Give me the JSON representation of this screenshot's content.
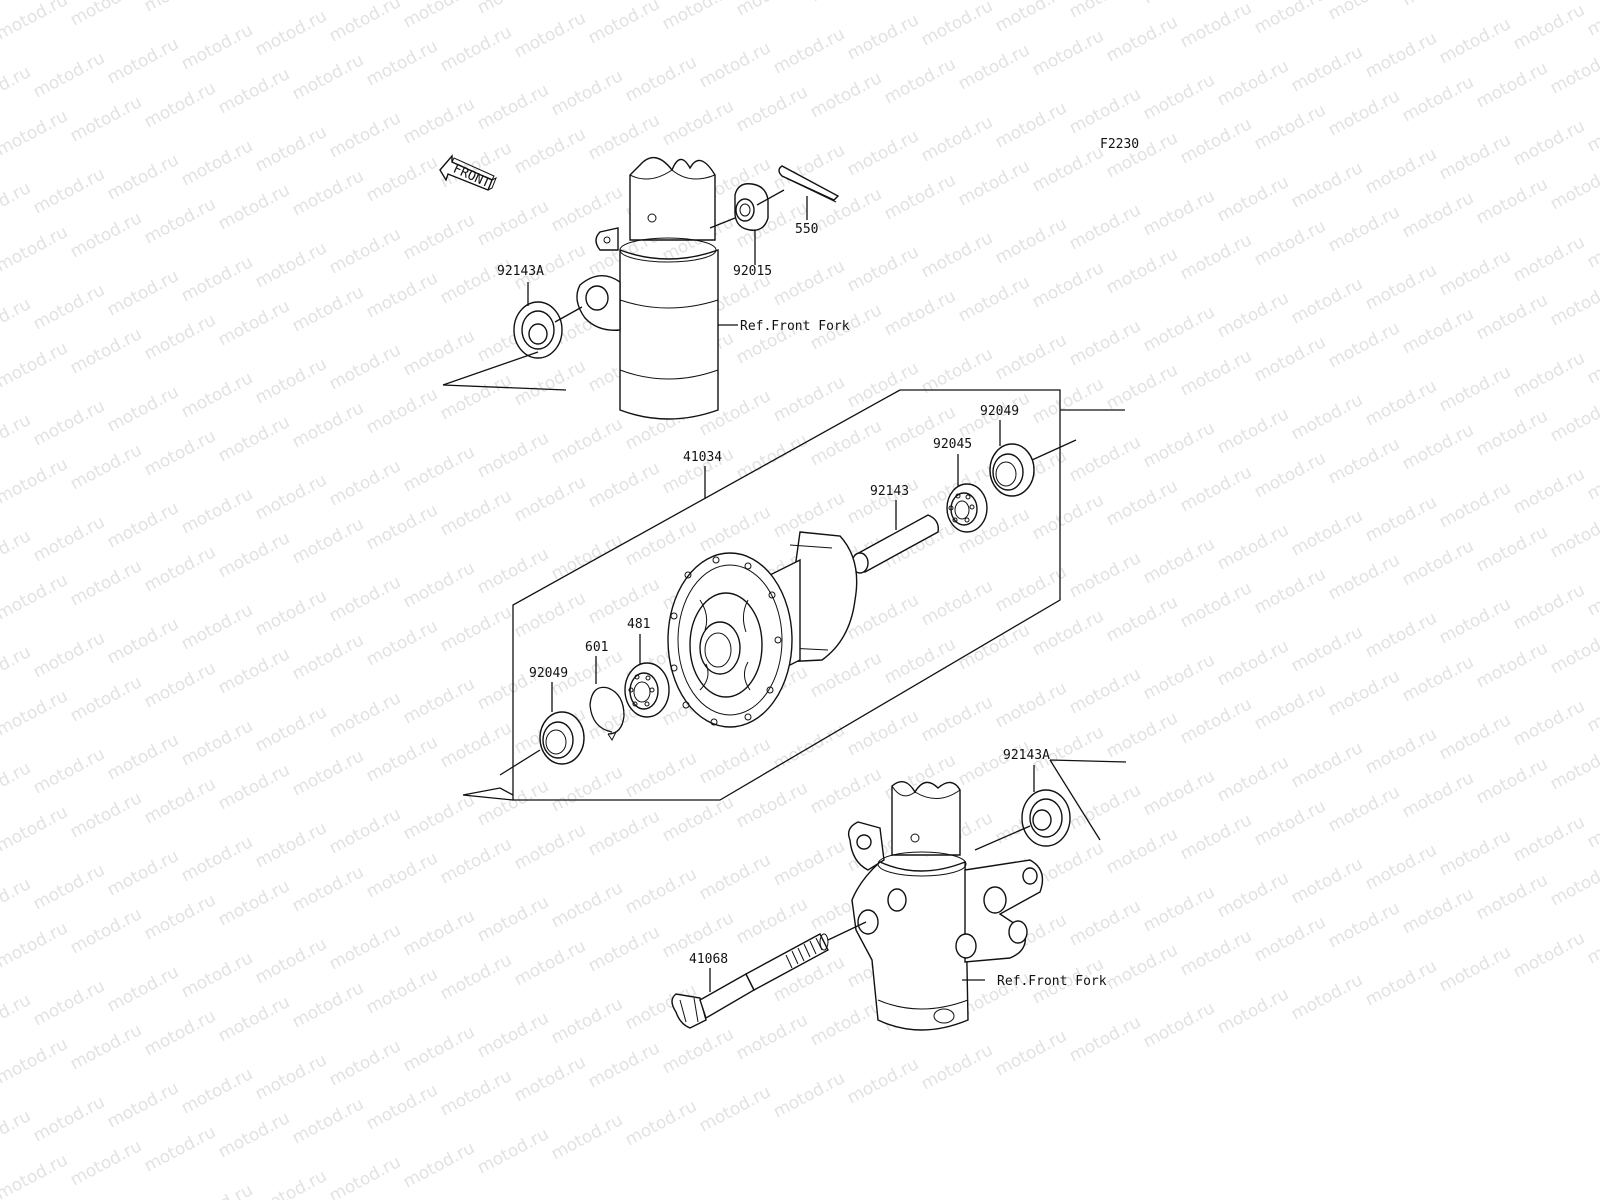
{
  "diagram": {
    "code": "F2230",
    "front_arrow": "FRONT",
    "watermark": "motod.ru",
    "parts": [
      {
        "key": "p_92143A_top",
        "number": "92143A"
      },
      {
        "key": "p_92015",
        "number": "92015"
      },
      {
        "key": "p_550",
        "number": "550"
      },
      {
        "key": "p_41034",
        "number": "41034"
      },
      {
        "key": "p_92049_right",
        "number": "92049"
      },
      {
        "key": "p_92045",
        "number": "92045"
      },
      {
        "key": "p_92143",
        "number": "92143"
      },
      {
        "key": "p_481",
        "number": "481"
      },
      {
        "key": "p_601",
        "number": "601"
      },
      {
        "key": "p_92049_left",
        "number": "92049"
      },
      {
        "key": "p_92143A_bottom",
        "number": "92143A"
      },
      {
        "key": "p_41068",
        "number": "41068"
      }
    ],
    "references": [
      {
        "key": "ref_top",
        "text": "Ref.Front Fork"
      },
      {
        "key": "ref_bottom",
        "text": "Ref.Front Fork"
      }
    ]
  }
}
